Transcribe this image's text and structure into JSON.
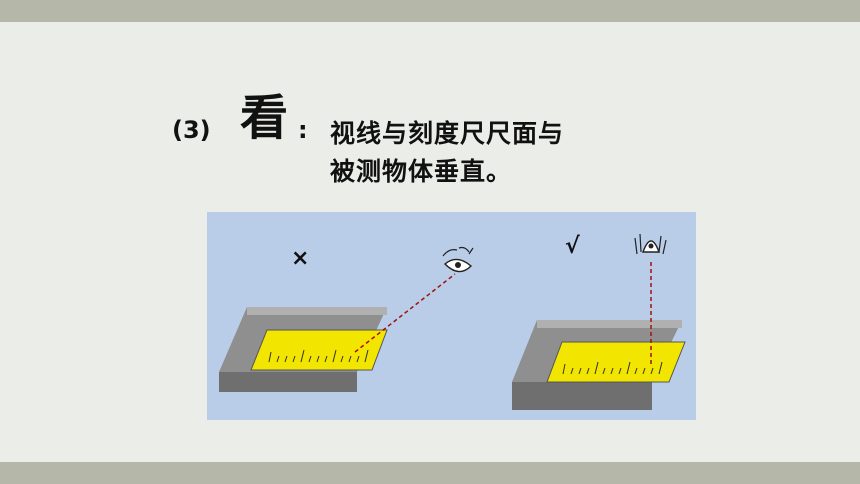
{
  "heading": {
    "number": "(3)",
    "keyword": "看",
    "colon": ":",
    "line1": "视线与刻度尺尺面与",
    "line2": "被测物体垂直。"
  },
  "figure": {
    "wrong_mark": "×",
    "right_mark": "√"
  },
  "colors": {
    "background": "#ebede8",
    "bars": "#b5b8a9",
    "figure_bg": "#b9cde9",
    "ruler": "#f2e500",
    "sightline": "#a01010"
  }
}
